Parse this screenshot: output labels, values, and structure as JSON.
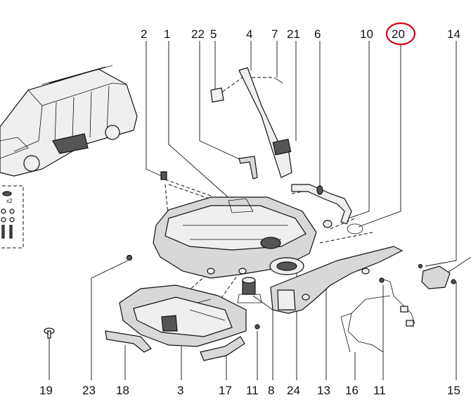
{
  "callouts": {
    "top": [
      "2",
      "1",
      "22",
      "5",
      "4",
      "7",
      "21",
      "6",
      "10",
      "20",
      "14"
    ],
    "bottom": [
      "19",
      "23",
      "18",
      "3",
      "17",
      "11",
      "8",
      "24",
      "13",
      "16",
      "11",
      "15"
    ],
    "highlighted": "20"
  },
  "inset": {
    "quantity": "x2"
  },
  "colors": {
    "highlight_ring": "#d0021b",
    "line": "#111111",
    "part_fill": "#d8d8d8"
  }
}
